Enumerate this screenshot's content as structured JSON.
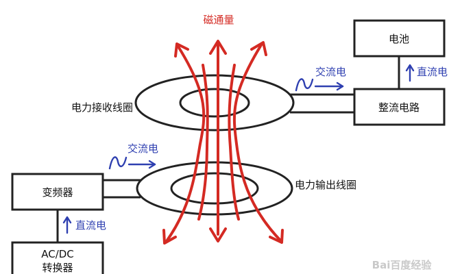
{
  "labels": {
    "flux": "磁通量",
    "battery": "电池",
    "receiver_coil": "电力接收线圈",
    "rectifier": "整流电路",
    "inverter": "变频器",
    "transmitter_coil": "电力输出线圈",
    "converter_line1": "AC/DC",
    "converter_line2": "转换器",
    "ac_top": "交流电",
    "ac_left": "交流电",
    "dc_right": "直流电",
    "dc_left": "直流电"
  },
  "watermark": "Bai百度经验",
  "colors": {
    "flux": "#d42a23",
    "current_label": "#2e3fb0",
    "outline": "#222222",
    "watermark": "#c9c9c9"
  }
}
